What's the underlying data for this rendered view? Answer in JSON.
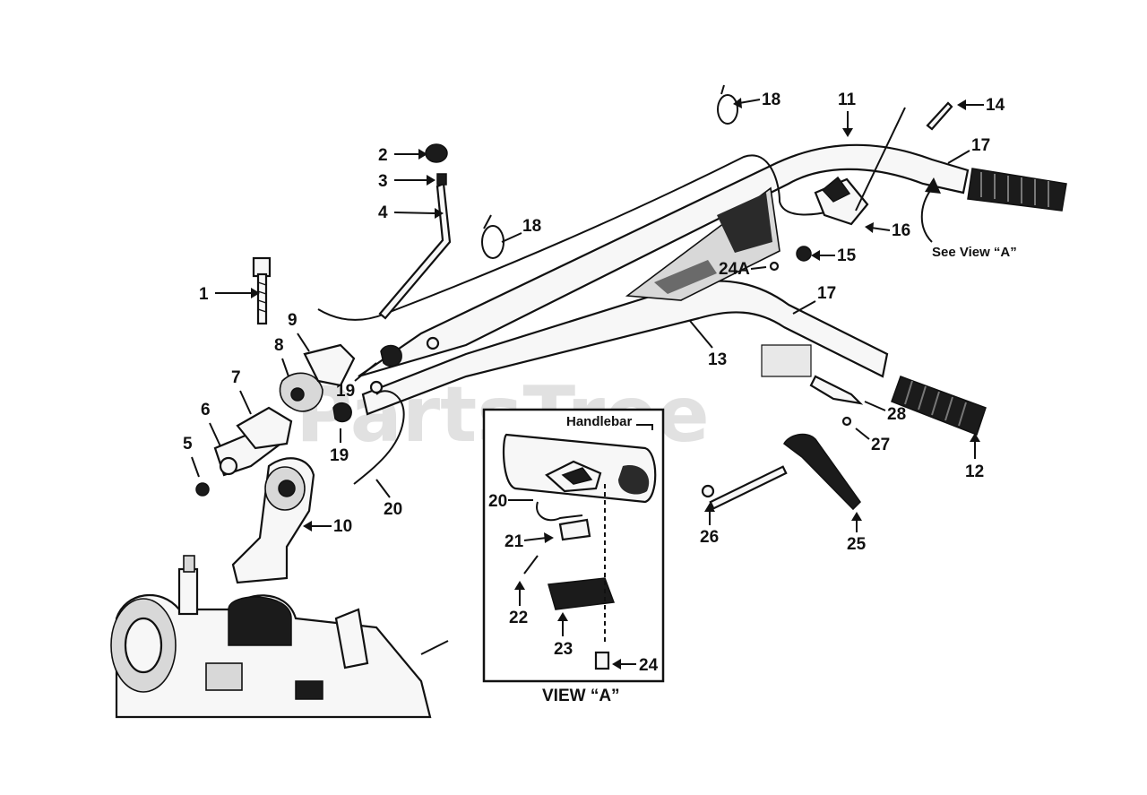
{
  "watermark": "PartsTree",
  "callouts": {
    "c1": "1",
    "c2": "2",
    "c3": "3",
    "c4": "4",
    "c5": "5",
    "c6": "6",
    "c7": "7",
    "c8": "8",
    "c9": "9",
    "c10": "10",
    "c11": "11",
    "c12": "12",
    "c13": "13",
    "c14": "14",
    "c15": "15",
    "c16": "16",
    "c17a": "17",
    "c17b": "17",
    "c18a": "18",
    "c18b": "18",
    "c19a": "19",
    "c19b": "19",
    "c20a": "20",
    "c24a": "24A",
    "c25": "25",
    "c26": "26",
    "c27": "27",
    "c28": "28"
  },
  "see_view": "See View “A”",
  "inset": {
    "title": "VIEW “A”",
    "handlebar_label": "Handlebar",
    "c20": "20",
    "c21": "21",
    "c22": "22",
    "c23": "23",
    "c24": "24"
  }
}
